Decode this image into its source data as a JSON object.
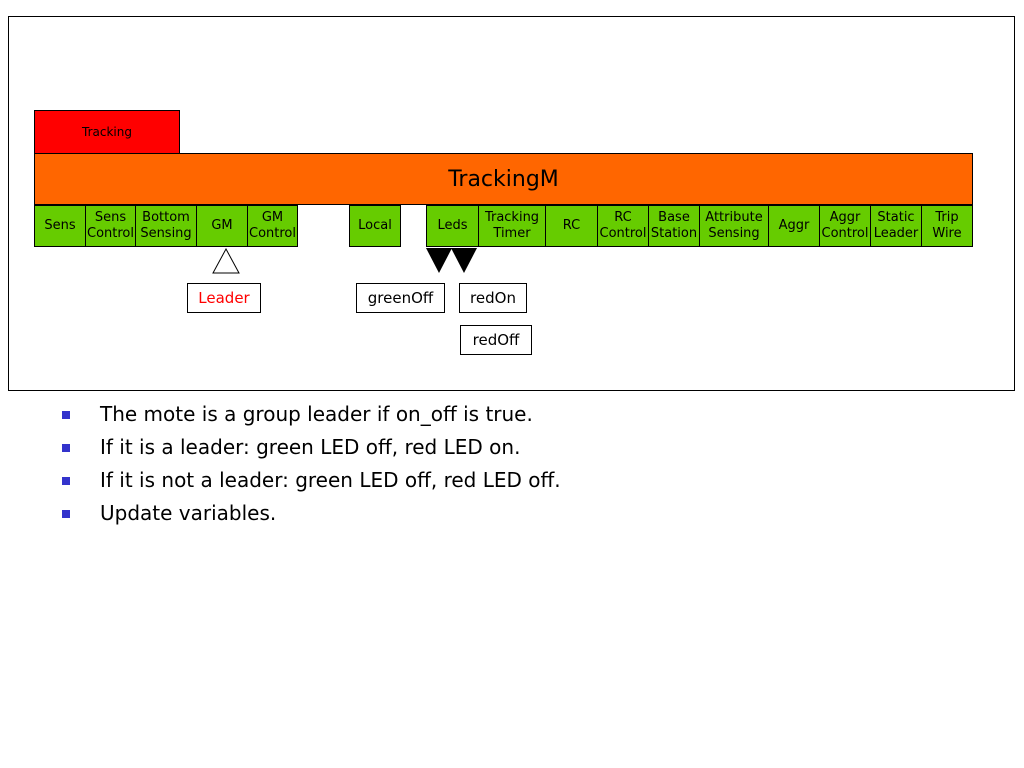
{
  "colors": {
    "tab": "#ff0000",
    "module": "#ff6600",
    "interface": "#66cc00",
    "leader_text": "#ff0000",
    "bullet": "#3333cc",
    "border": "#000000"
  },
  "diagram": {
    "tab_label": "Tracking",
    "module_label": "TrackingM",
    "interfaces": [
      {
        "label": "Sens"
      },
      {
        "label": "Sens Control"
      },
      {
        "label": "Bottom Sensing"
      },
      {
        "label": "GM"
      },
      {
        "label": "GM Control"
      },
      {
        "label": "Local"
      },
      {
        "label": "Leds"
      },
      {
        "label": "Tracking Timer"
      },
      {
        "label": "RC"
      },
      {
        "label": "RC Control"
      },
      {
        "label": "Base Station"
      },
      {
        "label": "Attribute Sensing"
      },
      {
        "label": "Aggr"
      },
      {
        "label": "Aggr Control"
      },
      {
        "label": "Static Leader"
      },
      {
        "label": "Trip Wire"
      }
    ],
    "commands": {
      "leader": "Leader",
      "green_off": "greenOff",
      "red_on": "redOn",
      "red_off": "redOff"
    }
  },
  "bullets": [
    "The mote is a group leader if on_off is true.",
    "If it is a leader: green LED off, red LED on.",
    "If it is not a leader: green LED off, red LED off.",
    "Update variables."
  ]
}
